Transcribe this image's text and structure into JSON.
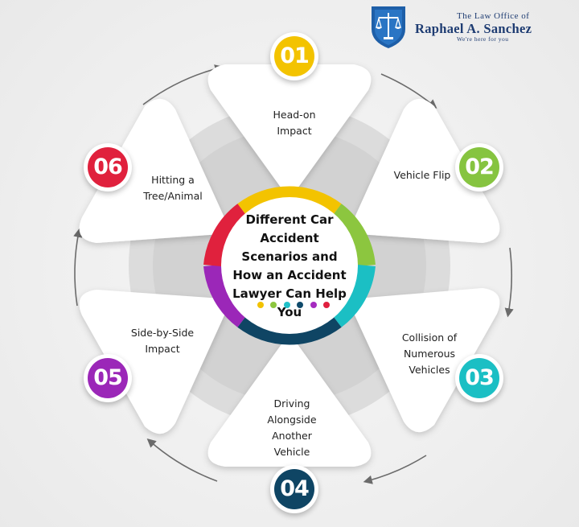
{
  "logo": {
    "line1": "The Law Office of",
    "line2": "Raphael A. Sanchez",
    "tagline": "We're here for you",
    "icon": "scales-of-justice-shield-icon",
    "color": "#1e3c72"
  },
  "center": {
    "title": "Different Car Accident Scenarios and How an Accident Lawyer Can Help You",
    "dot_colors": [
      "#f2c200",
      "#8cc63f",
      "#20c0c8",
      "#0f4a6b",
      "#a52bbf",
      "#e0203f"
    ]
  },
  "scenarios": [
    {
      "number": "01",
      "label": "Head-on Impact",
      "color": "#f3c300"
    },
    {
      "number": "02",
      "label": "Vehicle Flip",
      "color": "#86c440"
    },
    {
      "number": "03",
      "label": "Collision of Numerous Vehicles",
      "color": "#1bbfc4"
    },
    {
      "number": "04",
      "label": "Driving Alongside Another Vehicle",
      "color": "#0f4564"
    },
    {
      "number": "05",
      "label": "Side-by-Side Impact",
      "color": "#9b27b8"
    },
    {
      "number": "06",
      "label": "Hitting a Tree/Animal",
      "color": "#e0213d"
    }
  ]
}
